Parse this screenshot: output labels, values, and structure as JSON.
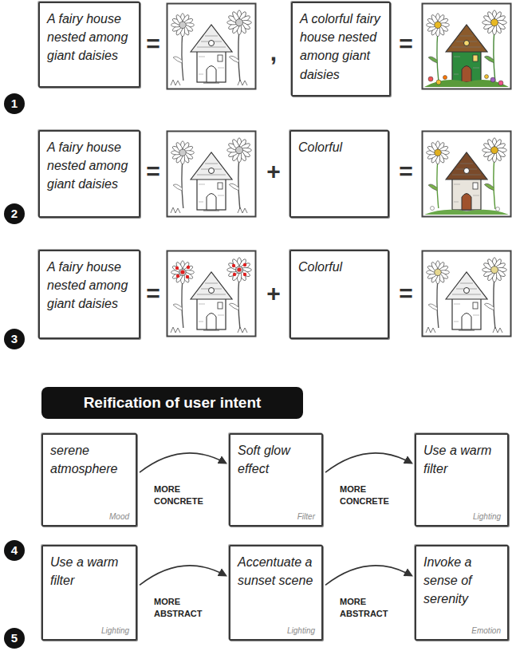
{
  "diagram": {
    "title": "Reification of user intent",
    "nodes": [
      {
        "text": [
          "A fairy house nested among giant daisies"
        ]
      },
      {
        "text": [
          "A colorful fairy house nested among giant daisies"
        ]
      },
      {
        "text": [
          "A fairy house nested among giant daisies"
        ]
      },
      {
        "text": [
          "Colorful"
        ]
      },
      {
        "text": [
          "A fairy house nested among giant daisies"
        ]
      },
      {
        "text": [
          "Colorful"
        ]
      },
      {
        "text": [
          "serene atmosphere",
          "Mood"
        ]
      },
      {
        "text": [
          "Soft glow effect",
          "Filter"
        ]
      },
      {
        "text": [
          "Use a warm filter",
          "Lighting"
        ]
      },
      {
        "text": [
          "Use a warm filter",
          "Lighting"
        ]
      },
      {
        "text": [
          "Accentuate a sunset scene",
          "Lighting"
        ]
      },
      {
        "text": [
          "Invoke a sense of serenity",
          "Emotion"
        ]
      }
    ],
    "edges": [
      {
        "from": 6,
        "to": 7,
        "label": "MORE CONCRETE",
        "arrow": "to"
      },
      {
        "from": 7,
        "to": 8,
        "label": "MORE CONCRETE",
        "arrow": "to"
      },
      {
        "from": 9,
        "to": 10,
        "label": "MORE ABSTRACT",
        "arrow": "to"
      },
      {
        "from": 10,
        "to": 11,
        "label": "MORE ABSTRACT",
        "arrow": "to"
      }
    ],
    "labels": [
      "=",
      ",",
      "=",
      "1",
      "=",
      "+",
      "=",
      "2",
      "=",
      "+",
      "=",
      "3",
      "4",
      "5"
    ]
  }
}
